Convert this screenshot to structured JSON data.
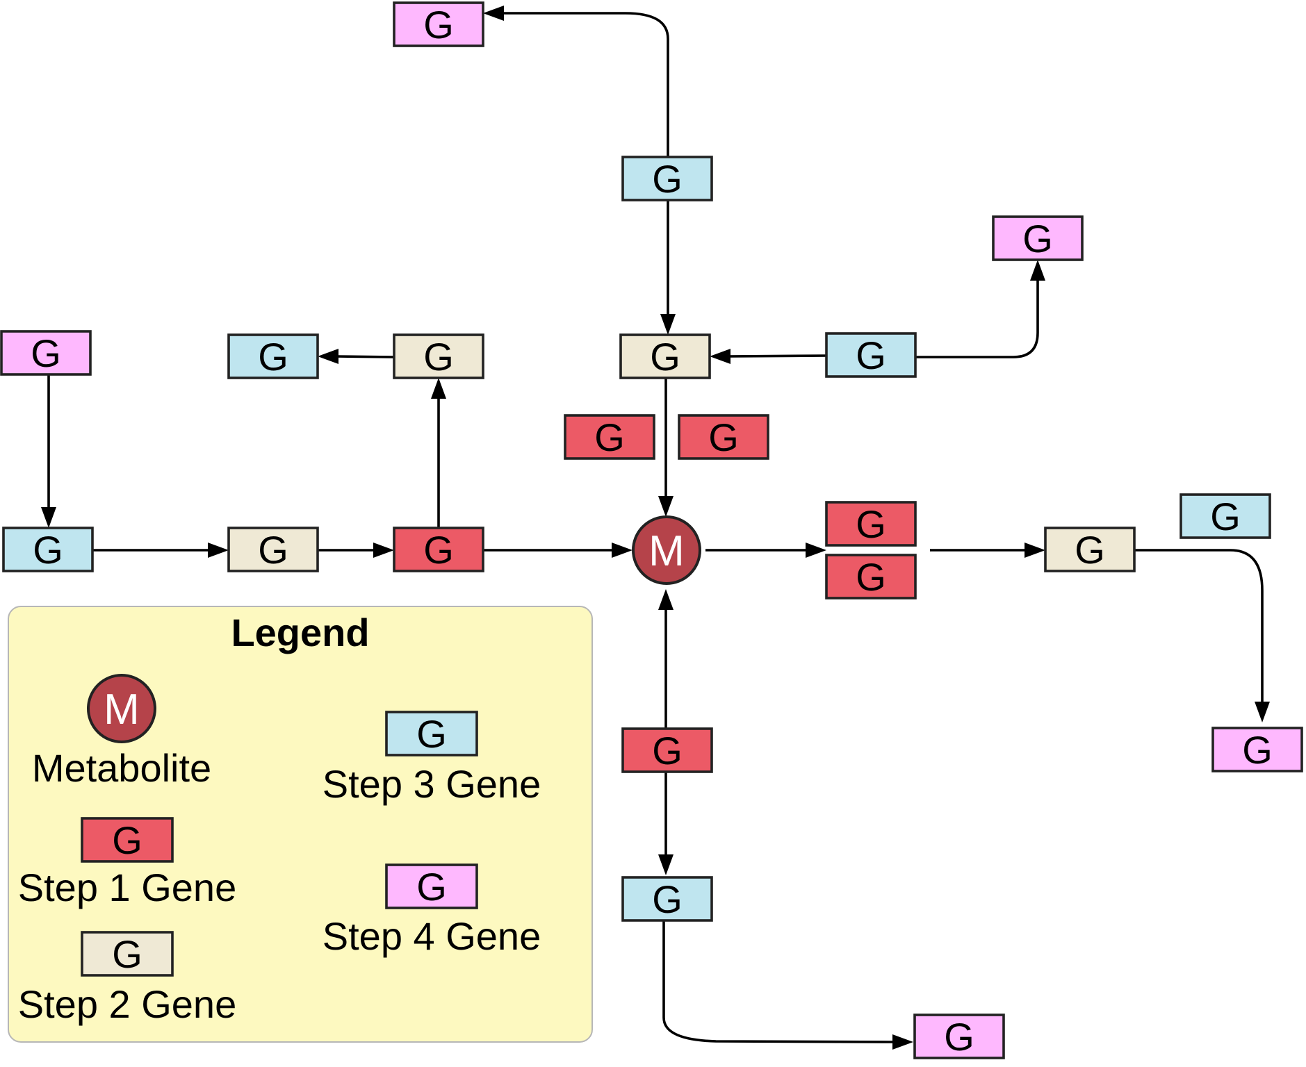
{
  "colors": {
    "metabolite": "#b5434a",
    "step1": "#ec5a66",
    "step2": "#efe9d5",
    "step3": "#bfe5ef",
    "step4": "#feb8fe"
  },
  "metabolite": {
    "label": "M"
  },
  "gene_label": "G",
  "nodes": [
    {
      "id": "n_top_pink",
      "step": 4
    },
    {
      "id": "n_top_blue",
      "step": 3
    },
    {
      "id": "n_right_pink_top",
      "step": 4
    },
    {
      "id": "n_left_pink",
      "step": 4
    },
    {
      "id": "n_left_blue_upper",
      "step": 3
    },
    {
      "id": "n_left_beige_upper",
      "step": 2
    },
    {
      "id": "n_center_beige",
      "step": 2
    },
    {
      "id": "n_right_blue_mid",
      "step": 3
    },
    {
      "id": "n_red_pair_left",
      "step": 1
    },
    {
      "id": "n_red_pair_right",
      "step": 1
    },
    {
      "id": "n_chain_blue",
      "step": 3
    },
    {
      "id": "n_chain_beige",
      "step": 2
    },
    {
      "id": "n_chain_red",
      "step": 1
    },
    {
      "id": "n_stack_red_top",
      "step": 1
    },
    {
      "id": "n_stack_red_bottom",
      "step": 1
    },
    {
      "id": "n_far_right_beige",
      "step": 2
    },
    {
      "id": "n_far_right_blue",
      "step": 3
    },
    {
      "id": "n_far_right_pink",
      "step": 4
    },
    {
      "id": "n_bottom_red",
      "step": 1
    },
    {
      "id": "n_bottom_blue",
      "step": 3
    },
    {
      "id": "n_bottom_pink",
      "step": 4
    }
  ],
  "legend": {
    "title": "Legend",
    "items": [
      {
        "label": "Metabolite",
        "kind": "metabolite",
        "symbol": "M"
      },
      {
        "label": "Step 1 Gene",
        "kind": "step1",
        "symbol": "G"
      },
      {
        "label": "Step 2 Gene",
        "kind": "step2",
        "symbol": "G"
      },
      {
        "label": "Step 3 Gene",
        "kind": "step3",
        "symbol": "G"
      },
      {
        "label": "Step 4 Gene",
        "kind": "step4",
        "symbol": "G"
      }
    ]
  }
}
